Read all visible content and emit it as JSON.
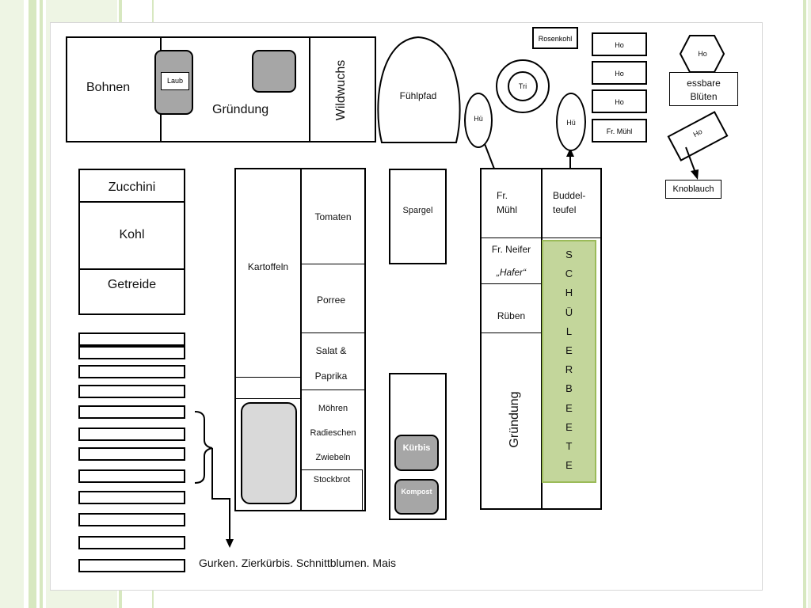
{
  "beds": {
    "bohnen": "Bohnen",
    "laub": "Laub",
    "gruendung_top": "Gründung",
    "wildwuchs": "Wildwuchs",
    "fuehlpfad": "Fühlpfad",
    "rosenkohl": "Rosenkohl",
    "tri": "Tri",
    "hue_left": "Hü",
    "hue_right": "Hü",
    "ho_1": "Ho",
    "ho_2": "Ho",
    "ho_3": "Ho",
    "fr_muehl_small": "Fr. Mühl",
    "ho_hex": "Ho",
    "essbare_blueten": "essbare Blüten",
    "ho_tilted": "Ho",
    "knoblauch": "Knoblauch",
    "zucchini": "Zucchini",
    "kohl": "Kohl",
    "getreide": "Getreide",
    "kartoffeln": "Kartoffeln",
    "tomaten": "Tomaten",
    "porree": "Porree",
    "salat": "Salat &",
    "paprika": "Paprika",
    "moehren": "Möhren",
    "radieschen": "Radieschen",
    "zwiebeln": "Zwiebeln",
    "stockbrot": "Stockbrot",
    "spargel": "Spargel",
    "kuerbis": "Kürbis",
    "kompost": "Kompost",
    "fr_muehl": "Fr.",
    "fr_muehl_2": "Mühl",
    "buddelteufel": "Buddel-",
    "buddelteufel_2": "teufel",
    "fr_neifer": "Fr. Neifer",
    "hafer": "„Hafer“",
    "rueben": "Rüben",
    "gruendung_right": "Gründung",
    "schuelerbeete": [
      "S",
      "C",
      "H",
      "Ü",
      "L",
      "E",
      "R",
      "B",
      "E",
      "E",
      "T",
      "E"
    ],
    "bottom_caption": "Gurken. Zierkürbis. Schnittblumen. Mais"
  },
  "colors": {
    "green_bed": "#c3d69b",
    "green_bed_border": "#9bbb59",
    "grey_bed": "#a6a6a6",
    "light_grey_bed": "#d9d9d9",
    "stripe_green": "#d7e8c0"
  }
}
